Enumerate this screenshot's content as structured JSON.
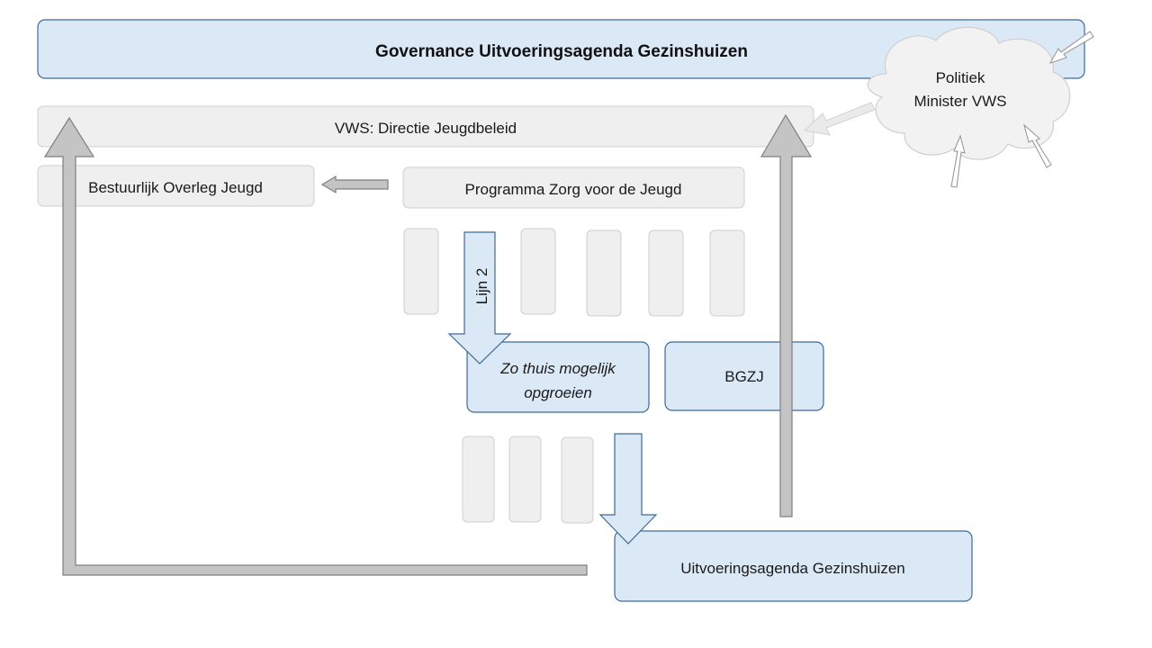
{
  "title": "Governance Uitvoeringsagenda Gezinshuizen",
  "nodes": {
    "vws": "VWS: Directie Jeugdbeleid",
    "bestuurlijk": "Bestuurlijk Overleg Jeugd",
    "programma": "Programma Zorg voor de Jeugd",
    "zo_thuis_line1": "Zo thuis mogelijk",
    "zo_thuis_line2": "opgroeien",
    "bgzj": "BGZJ",
    "uitvoering": "Uitvoeringsagenda Gezinshuizen",
    "politiek_line1": "Politiek",
    "politiek_line2": "Minister VWS"
  },
  "arrows": {
    "lijn2": "Lijn 2"
  },
  "colors": {
    "blue_fill": "#dbe8f5",
    "blue_stroke": "#3f6b98",
    "gray_fill": "#efefef",
    "gray_arrow": "#c4c4c4"
  }
}
